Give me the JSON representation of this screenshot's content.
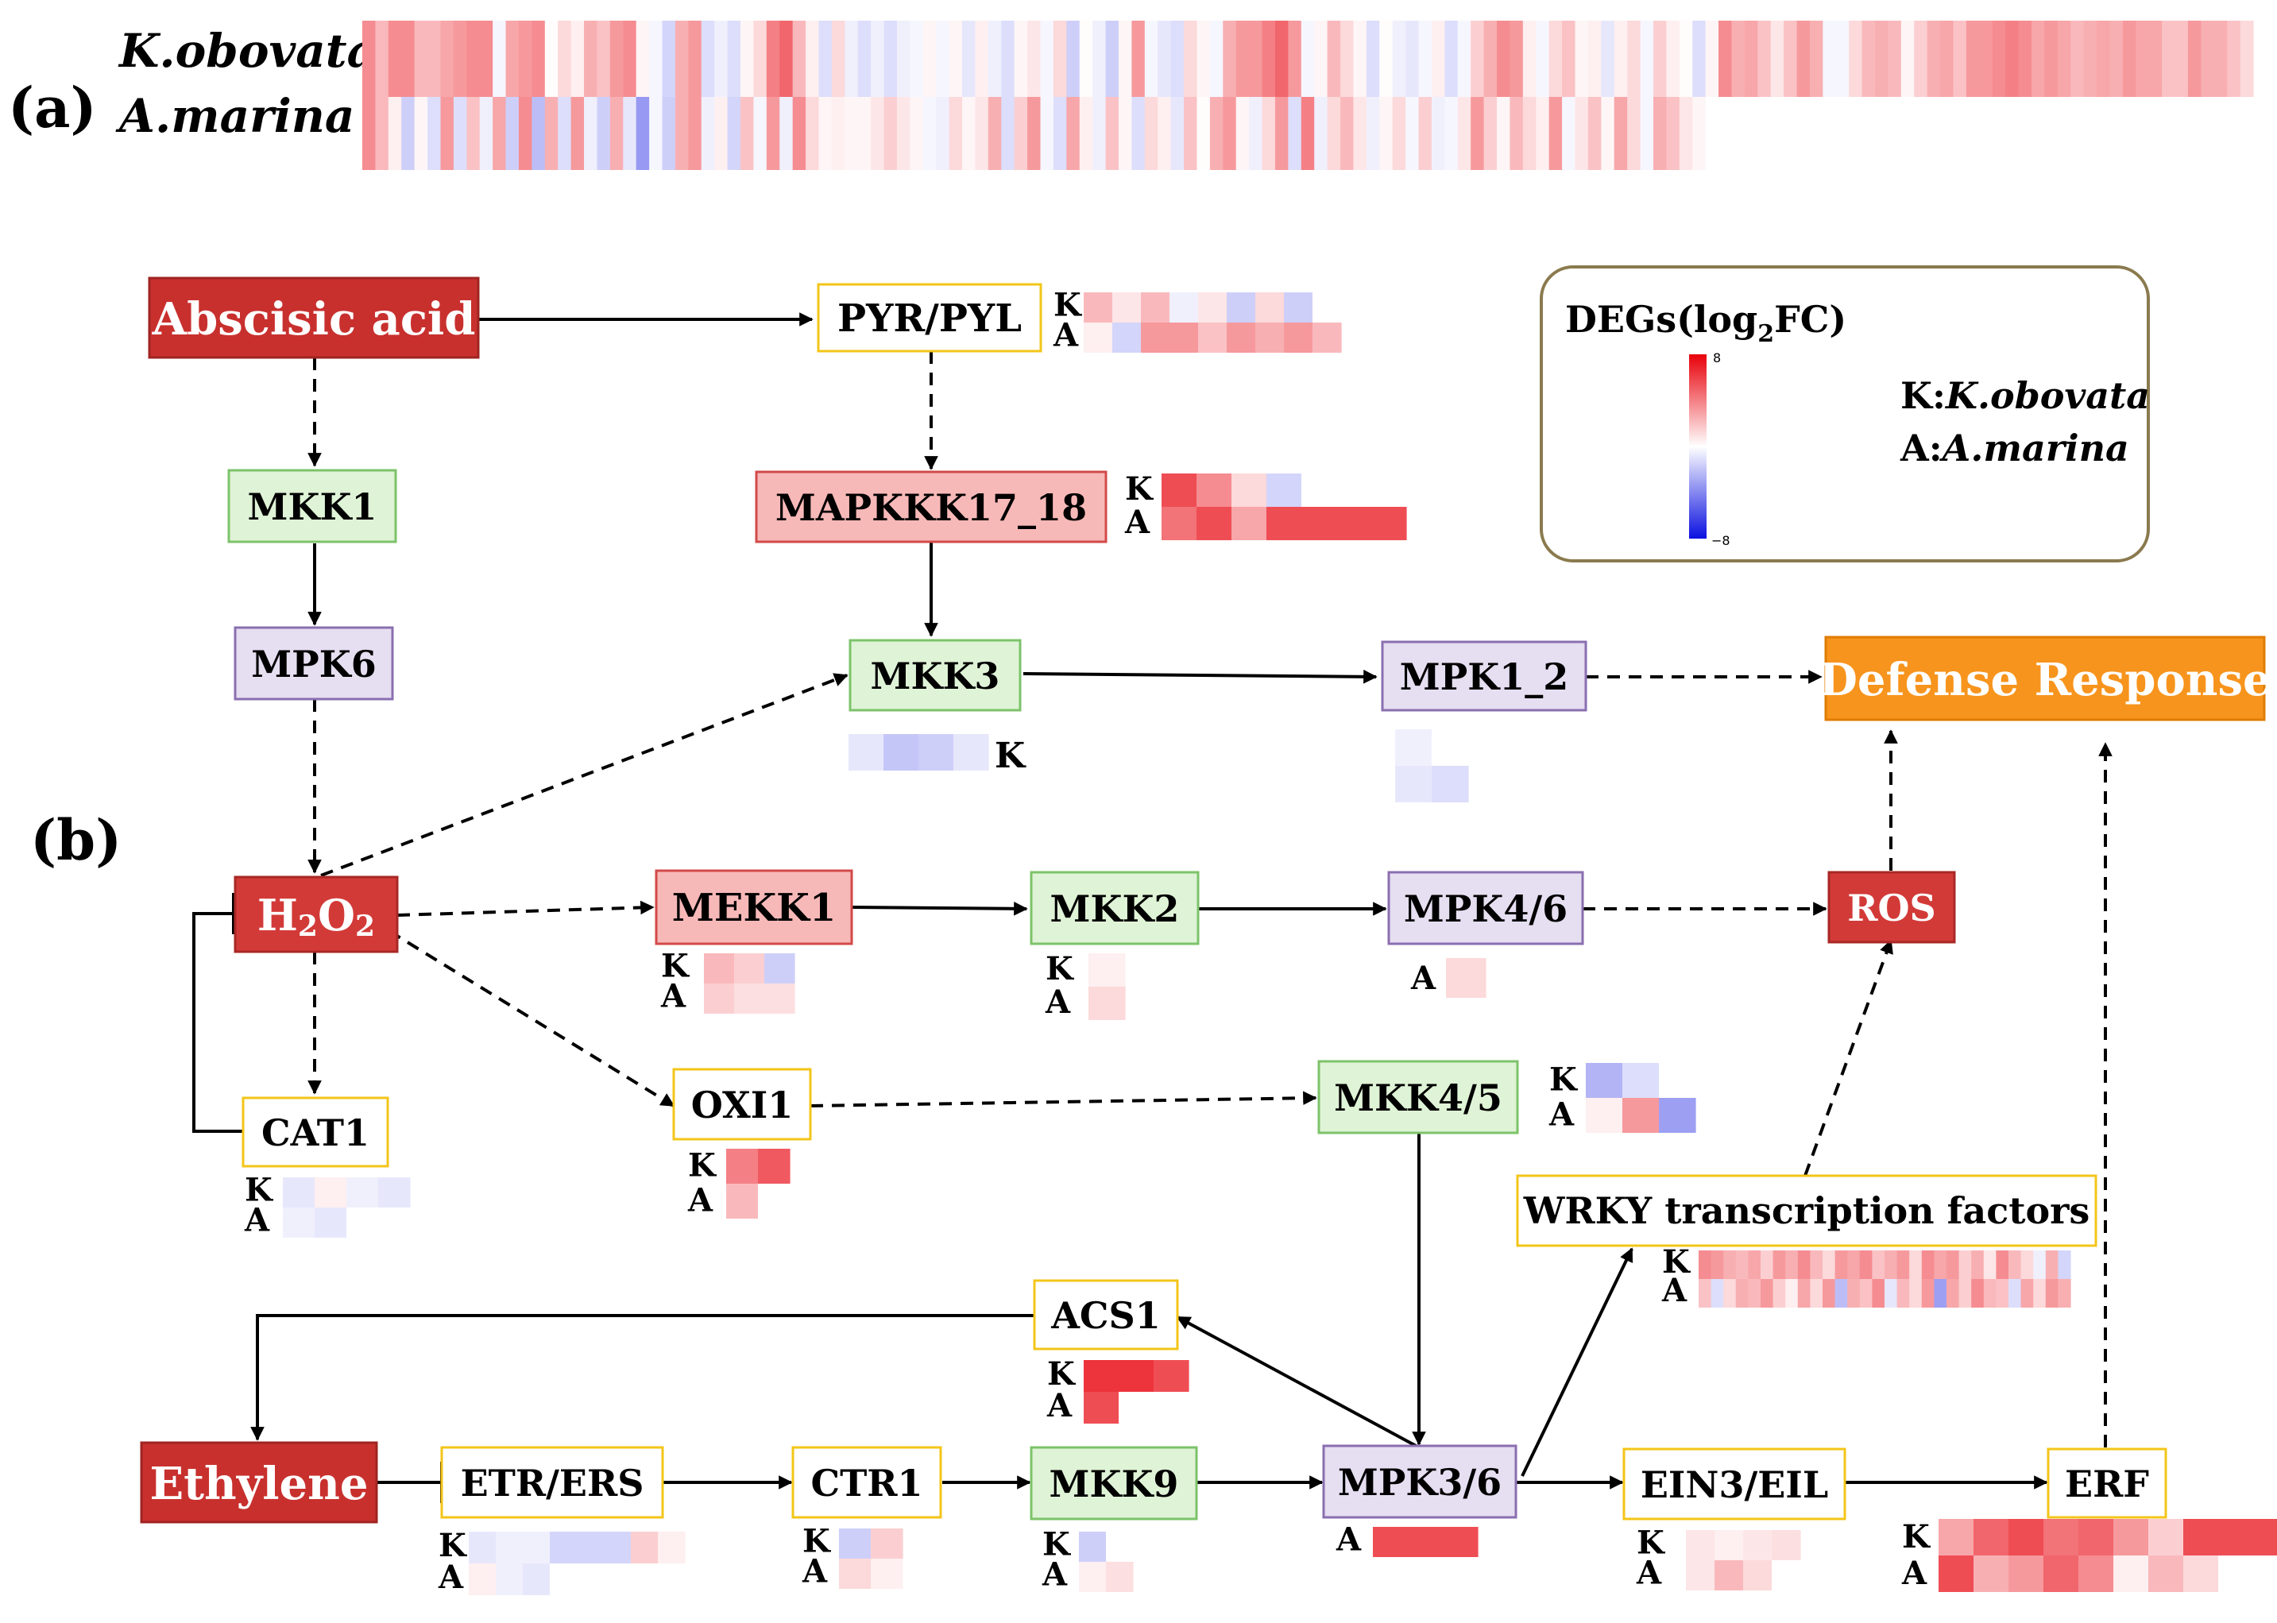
{
  "panel_labels": {
    "a": "(a)",
    "b": "(b)"
  },
  "species": {
    "k": "K.obovata",
    "a": "A.marina"
  },
  "legend": {
    "title_prefix": "DEGs(log",
    "title_sub": "2",
    "title_suffix": "FC)",
    "max": "8",
    "min": "−8",
    "key_k_prefix": "K:",
    "key_k_name": "K.obovata",
    "key_a_prefix": "A:",
    "key_a_name": "A.marina"
  },
  "row_labels": {
    "k": "K",
    "a": "A"
  },
  "colors": {
    "abscisic_fill": "#c8302e",
    "ethylene_fill": "#c8302e",
    "h2o2_fill": "#d23a38",
    "ros_fill": "#d23a38",
    "mapkkk_fill": "#f7b9b8",
    "mapkkk_border": "#d24a4a",
    "defense_fill": "#f7941d",
    "green_fill": "#dff3d6",
    "green_border": "#7cc36a",
    "purple_fill": "#e6def1",
    "purple_border": "#8a6fb0",
    "yellow_border": "#f3c518",
    "legend_border": "#8a7a4e",
    "pos": "#e8000a",
    "neg": "#0a10e0",
    "mid": "#ffffff"
  },
  "nodes": {
    "abscisic_acid": "Abscisic acid",
    "pyr_pyl": "PYR/PYL",
    "mkk1": "MKK1",
    "mapkkk17_18": "MAPKKK17_18",
    "mpk6": "MPK6",
    "mkk3": "MKK3",
    "mpk1_2": "MPK1_2",
    "defense_response": "Defense Response",
    "h2o2_main": "H",
    "h2o2_sub1": "2",
    "h2o2_mid": "O",
    "h2o2_sub2": "2",
    "mekk1": "MEKK1",
    "mkk2": "MKK2",
    "mpk4_6": "MPK4/6",
    "ros": "ROS",
    "cat1": "CAT1",
    "oxi1": "OXI1",
    "mkk4_5": "MKK4/5",
    "wrky": "WRKY transcription factors",
    "acs1": "ACS1",
    "ethylene": "Ethylene",
    "etr_ers": "ETR/ERS",
    "ctr1": "CTR1",
    "mkk9": "MKK9",
    "mpk3_6": "MPK3/6",
    "ein3_eil": "EIN3/EIL",
    "erf": "ERF"
  },
  "heatmaps": {
    "panel_a": {
      "K": [
        3.6,
        3.6,
        2.2,
        2.2,
        3.6,
        3.6,
        3.6,
        3.6,
        2.2,
        2.2,
        2.2,
        2.2,
        2.8,
        2.8,
        3.2,
        3.2,
        3.6,
        3.6,
        3.6,
        3.6,
        -0.3,
        -0.3,
        2.8,
        2.8,
        3.2,
        3.2,
        3.6,
        3.6,
        0.1,
        0.1,
        1.2,
        1.2,
        0.5,
        0.5,
        2.5,
        2.5,
        1.9,
        1.9,
        3.2,
        3.2,
        3.6,
        3.6,
        0.3,
        0.3,
        -0.3,
        -0.3,
        -1.4,
        -1.4,
        2.5,
        2.5,
        3.2,
        3.2,
        -1.1,
        -1.1,
        -0.5,
        -0.5,
        -1.1,
        -1.1,
        0.3,
        0.3,
        1.2,
        1.2,
        4.0,
        4.0,
        4.8,
        4.8,
        2.2,
        2.2,
        0.5,
        0.5,
        -1.1,
        -1.1,
        1.2,
        1.2,
        -0.5,
        -0.5,
        -1.1,
        -1.1,
        -0.5,
        -0.5,
        -1.1,
        -1.1,
        -0.5,
        -0.5,
        -0.3,
        -0.3,
        0.3,
        0.3,
        -0.3,
        -0.3,
        0.3,
        0.3,
        -0.8,
        -0.8,
        0.5,
        0.5,
        -0.5,
        -0.5,
        -1.1,
        -1.1,
        0.3,
        0.3,
        0.8,
        0.8,
        -0.3,
        -0.3,
        1.2,
        1.2,
        -1.6,
        -1.6,
        0.1,
        0.1,
        -0.5,
        -0.5,
        -1.6,
        -1.6,
        0.3,
        0.3,
        3.2,
        3.2,
        -0.3,
        -0.3,
        -0.8,
        -0.8,
        -1.1,
        -1.1,
        1.2,
        1.2,
        0.3,
        0.3,
        -0.3,
        -0.3,
        2.5,
        2.5,
        3.2,
        3.2,
        3.2,
        3.2,
        4.0,
        4.0,
        4.8,
        4.8,
        3.2,
        3.2,
        -0.3,
        -0.3,
        0.3,
        0.3,
        2.2,
        2.2,
        1.2,
        1.2,
        0.3,
        0.3,
        -1.1,
        -1.1,
        0.1,
        0.1,
        -0.5,
        -0.5,
        -0.8,
        -0.8,
        -0.3,
        -0.3,
        0.5,
        0.5,
        -1.1,
        -1.1,
        -0.3,
        -0.3,
        1.5,
        1.5,
        2.5,
        2.5,
        3.6,
        3.6,
        3.2,
        3.2,
        0.5,
        0.5,
        -0.3,
        -0.3,
        1.2,
        1.2,
        1.9,
        1.9,
        0.3,
        0.3,
        0.5,
        0.5,
        -0.8,
        -0.8,
        0.5,
        0.5,
        1.2,
        1.2,
        -0.3,
        -0.3,
        1.5,
        1.5,
        0.5,
        0.5,
        0.1,
        0.1,
        -1.1,
        -1.1,
        0.3,
        0.3,
        3.6,
        3.6,
        2.5,
        2.5,
        2.8,
        2.8,
        1.9,
        1.9,
        0.8,
        0.8,
        1.9,
        1.9,
        3.2,
        3.2,
        2.5,
        2.5,
        -0.3,
        -0.3,
        -0.3,
        -0.3,
        1.2,
        1.2,
        2.2,
        2.2,
        2.5,
        2.5,
        2.2,
        2.2,
        0.3,
        0.3,
        1.5,
        1.5,
        2.5,
        2.5,
        2.8,
        2.8,
        1.9,
        1.9,
        3.2,
        3.2,
        3.2,
        3.2,
        3.6,
        3.6,
        4.0,
        4.0,
        3.6,
        3.6,
        2.8,
        2.8,
        3.2,
        3.2,
        2.8,
        2.8,
        2.2,
        2.2,
        2.5,
        2.5,
        2.8,
        2.8,
        2.5,
        2.5,
        3.2,
        3.2,
        2.8,
        2.8,
        2.8,
        2.8,
        1.9,
        1.9,
        1.9,
        1.9,
        3.2,
        3.2,
        2.5,
        2.5,
        2.5,
        2.5,
        1.9,
        1.9,
        1.2,
        1.2
      ],
      "A": [
        3.6,
        3.6,
        2.2,
        2.2,
        0.5,
        0.5,
        -1.6,
        -1.6,
        0.3,
        0.3,
        -1.1,
        -1.1,
        3.2,
        3.2,
        -1.1,
        -1.1,
        1.9,
        1.9,
        -0.5,
        -0.5,
        2.8,
        2.8,
        -1.6,
        -1.6,
        3.6,
        3.6,
        -2.2,
        -2.2,
        2.5,
        2.5,
        -1.1,
        -1.1,
        3.2,
        3.2,
        -0.5,
        -0.5,
        -1.6,
        -1.6,
        2.5,
        2.5,
        -0.8,
        -0.8,
        -3.4,
        -3.4,
        -0.3,
        -0.3,
        -1.6,
        -1.6,
        2.5,
        2.5,
        3.2,
        3.2,
        -0.5,
        -0.5,
        0.5,
        0.5,
        -1.4,
        -1.4,
        1.9,
        1.9,
        -0.3,
        -0.3,
        3.2,
        3.2,
        -0.5,
        -0.5,
        3.6,
        3.6,
        1.2,
        1.2,
        0.3,
        0.3,
        0.5,
        0.5,
        0.3,
        0.3,
        0.3,
        0.3,
        0.8,
        0.8,
        1.5,
        1.5,
        0.8,
        0.8,
        0.3,
        0.3,
        -0.3,
        -0.3,
        -0.5,
        -0.5,
        1.2,
        1.2,
        0.3,
        0.3,
        0.8,
        0.8,
        2.5,
        2.5,
        -1.1,
        -1.1,
        1.5,
        1.5,
        3.2,
        3.2,
        -0.3,
        -0.3,
        -1.1,
        -1.1,
        2.8,
        2.8,
        0.5,
        0.5,
        -0.5,
        -0.5,
        1.9,
        1.9,
        0.3,
        0.3,
        -1.1,
        -1.1,
        1.2,
        1.2,
        0.5,
        0.5,
        -0.8,
        -0.8,
        1.9,
        1.9,
        0.1,
        0.1,
        2.5,
        2.5,
        3.2,
        3.2,
        0.3,
        0.3,
        -0.5,
        -0.5,
        1.2,
        1.2,
        3.2,
        3.2,
        -1.1,
        -1.1,
        4.0,
        4.0,
        -0.5,
        -0.5,
        1.2,
        1.2,
        2.2,
        2.2,
        0.8,
        0.8,
        -0.5,
        -0.5,
        0.3,
        0.3,
        1.2,
        1.2,
        -0.3,
        -0.3,
        1.5,
        1.5,
        -0.5,
        -0.5,
        -0.3,
        -0.3,
        0.8,
        0.8,
        3.2,
        3.2,
        1.5,
        1.5,
        0.3,
        0.3,
        2.2,
        2.2,
        1.2,
        1.2,
        0.5,
        0.5,
        3.2,
        3.2,
        -0.3,
        -0.3,
        0.8,
        0.8,
        1.9,
        1.9,
        0.3,
        0.3,
        2.8,
        2.8,
        1.2,
        1.2,
        -0.3,
        -0.3,
        2.5,
        2.5,
        1.9,
        1.9,
        0.8,
        0.8,
        0.3,
        0.3,
        0,
        0,
        0,
        0,
        0,
        0,
        0,
        0,
        0,
        0,
        0,
        0,
        0,
        0,
        0,
        0,
        0,
        0,
        0,
        0,
        0,
        0,
        0,
        0,
        0,
        0,
        0,
        0,
        0,
        0,
        0,
        0,
        0,
        0,
        0,
        0,
        0,
        0,
        0,
        0,
        0,
        0,
        0,
        0,
        0,
        0,
        0,
        0,
        0,
        0,
        0,
        0,
        0,
        0,
        0,
        0,
        0,
        0,
        0,
        0,
        0,
        0,
        0,
        0,
        0,
        0,
        0,
        0,
        0,
        0,
        0,
        0,
        0,
        0,
        0,
        0,
        0,
        0,
        0,
        0,
        0,
        0,
        0,
        0,
        0,
        0,
        0,
        0,
        0,
        0
      ]
    },
    "pyr_pyl": {
      "K": [
        2.2,
        0.8,
        2.2,
        -0.5,
        0.8,
        -1.6,
        1.2,
        -1.6,
        0
      ],
      "A": [
        0.5,
        -1.4,
        3.2,
        3.2,
        1.9,
        3.2,
        2.5,
        3.2,
        2.2
      ]
    },
    "mapkkk17_18": {
      "K": [
        5.6,
        3.6,
        1.2,
        -1.4,
        0,
        0,
        0
      ],
      "A": [
        4.4,
        5.6,
        2.8,
        5.6,
        5.6,
        5.6,
        5.6
      ]
    },
    "mkk3": {
      "K": [
        -0.8,
        -1.9,
        -1.6,
        -0.8
      ]
    },
    "mpk1_2": {
      "K": [
        -0.5,
        0
      ],
      "A": [
        -0.8,
        -1.1
      ]
    },
    "mekk1": {
      "K": [
        2.2,
        1.5,
        -1.6
      ],
      "A": [
        1.5,
        1.0,
        1.0
      ]
    },
    "mkk2": {
      "K": [
        0.5
      ],
      "A": [
        1.2
      ]
    },
    "mpk4_6": {
      "A": [
        1.2
      ]
    },
    "oxi1": {
      "K": [
        4.0,
        5.2
      ],
      "A": [
        2.2,
        0
      ]
    },
    "mkk4_5": {
      "K": [
        -2.5,
        -1.1,
        0
      ],
      "A": [
        0.5,
        3.2,
        -3.2
      ]
    },
    "cat1": {
      "K": [
        -0.8,
        0.5,
        -0.5,
        -0.8
      ],
      "A": [
        -0.5,
        -0.8,
        0,
        0
      ]
    },
    "wrky": {
      "K": [
        3.6,
        3.2,
        2.5,
        2.2,
        2.8,
        1.5,
        3.2,
        2.5,
        3.6,
        2.2,
        1.2,
        3.2,
        2.8,
        3.6,
        1.9,
        2.5,
        3.2,
        1.2,
        3.6,
        2.8,
        3.2,
        1.5,
        2.5,
        0.8,
        3.6,
        2.2,
        1.2,
        -0.5,
        2.5,
        -1.4
      ],
      "A": [
        1.9,
        -1.1,
        1.2,
        2.5,
        2.2,
        3.2,
        1.5,
        0.5,
        2.8,
        1.2,
        3.2,
        -2.2,
        2.5,
        1.9,
        3.6,
        -0.8,
        2.2,
        1.2,
        3.2,
        -3.2,
        2.8,
        1.5,
        3.6,
        2.2,
        1.9,
        -1.1,
        2.8,
        1.2,
        3.2,
        2.5
      ]
    },
    "acs1": {
      "K": [
        6.4,
        6.4,
        5.6
      ],
      "A": [
        5.6,
        0,
        0
      ]
    },
    "etr_ers": {
      "K": [
        -0.8,
        -0.5,
        -0.5,
        -1.4,
        -1.4,
        -1.4,
        1.5,
        0.5
      ],
      "A": [
        0.5,
        -0.5,
        -0.8,
        0,
        0,
        0,
        0,
        0
      ]
    },
    "ctr1": {
      "K": [
        -1.6,
        1.5
      ],
      "A": [
        1.2,
        0.5
      ]
    },
    "mkk9": {
      "K": [
        -1.6,
        0
      ],
      "A": [
        0.5,
        1.0
      ]
    },
    "mpk3_6": {
      "A": [
        5.6,
        5.6,
        5.6
      ]
    },
    "ein3_eil": {
      "K": [
        0.8,
        0.5,
        0.8,
        1.0
      ],
      "A": [
        0.8,
        2.2,
        1.2,
        0
      ]
    },
    "erf": {
      "K": [
        2.8,
        4.8,
        5.6,
        4.4,
        4.8,
        3.2,
        1.5,
        5.6,
        5.6,
        5.6
      ],
      "A": [
        5.6,
        2.5,
        3.2,
        4.8,
        3.6,
        0.5,
        2.2,
        1.2,
        0,
        0
      ]
    }
  }
}
